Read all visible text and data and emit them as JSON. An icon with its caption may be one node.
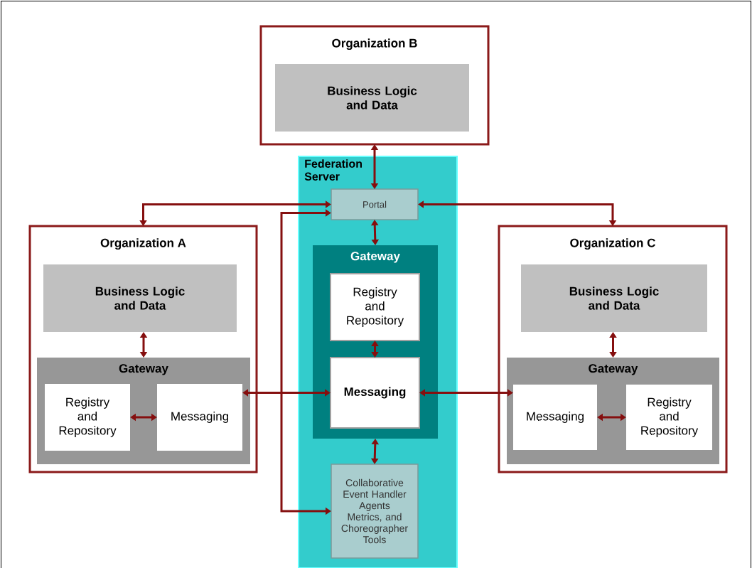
{
  "diagram": {
    "nodes": [
      {
        "text": [
          "Organization B"
        ]
      },
      {
        "text": [
          "Business Logic and Data"
        ],
        "in": 0
      },
      {
        "text": [
          "Federation Server"
        ]
      },
      {
        "text": [
          "Portal"
        ],
        "in": 2
      },
      {
        "text": [
          "Gateway"
        ],
        "in": 2
      },
      {
        "text": [
          "Registry and Repository"
        ],
        "in": 4
      },
      {
        "text": [
          "Messaging"
        ],
        "in": 4
      },
      {
        "text": [
          "Collaborative Event Handler Agents Metrics, and Choreographer Tools"
        ],
        "in": 2
      },
      {
        "text": [
          "Organization A"
        ]
      },
      {
        "text": [
          "Business Logic and Data"
        ],
        "in": 8
      },
      {
        "text": [
          "Gateway"
        ],
        "in": 8
      },
      {
        "text": [
          "Registry and Repository"
        ],
        "in": 10
      },
      {
        "text": [
          "Messaging"
        ],
        "in": 10
      },
      {
        "text": [
          "Organization C"
        ]
      },
      {
        "text": [
          "Business Logic and Data"
        ],
        "in": 13
      },
      {
        "text": [
          "Gateway"
        ],
        "in": 13
      },
      {
        "text": [
          "Messaging"
        ],
        "in": 15
      },
      {
        "text": [
          "Registry and Repository"
        ],
        "in": 15
      }
    ],
    "edges": [
      {
        "from": 0,
        "to": 3,
        "arrow": "both"
      },
      {
        "from": 3,
        "to": 8,
        "arrow": "both"
      },
      {
        "from": 3,
        "to": 13,
        "arrow": "both"
      },
      {
        "from": 3,
        "to": 4,
        "arrow": "both"
      },
      {
        "from": 5,
        "to": 6,
        "arrow": "both"
      },
      {
        "from": 4,
        "to": 7,
        "arrow": "both"
      },
      {
        "from": 6,
        "to": 12,
        "arrow": "both"
      },
      {
        "from": 6,
        "to": 16,
        "arrow": "both"
      },
      {
        "from": 3,
        "to": 7,
        "arrow": "both"
      },
      {
        "from": 9,
        "to": 10,
        "arrow": "both"
      },
      {
        "from": 11,
        "to": 12,
        "arrow": "both"
      },
      {
        "from": 14,
        "to": 15,
        "arrow": "both"
      },
      {
        "from": 16,
        "to": 17,
        "arrow": "both"
      }
    ]
  }
}
